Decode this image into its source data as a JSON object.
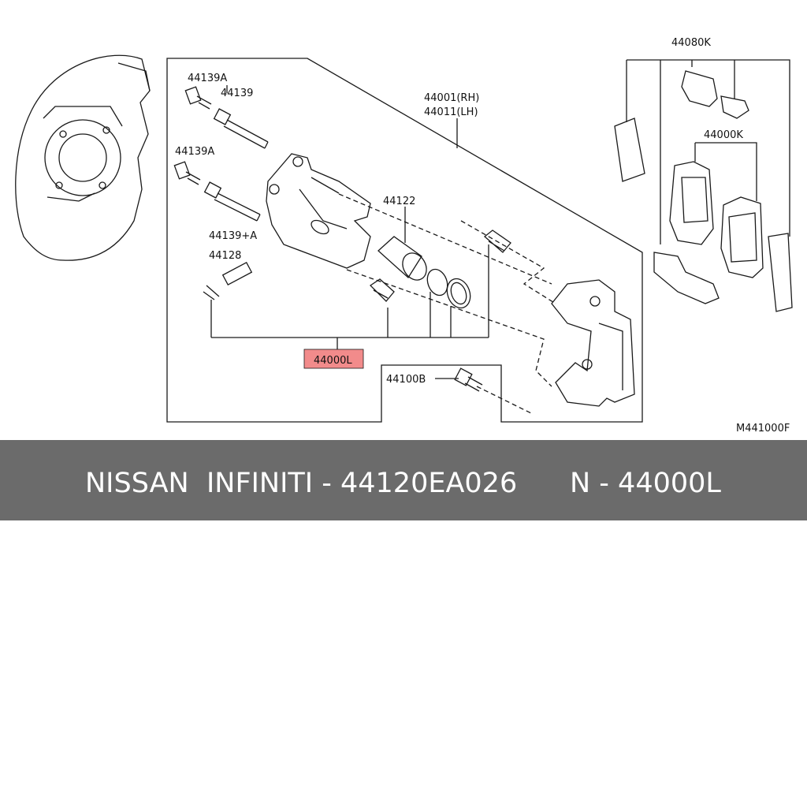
{
  "diagram": {
    "labels": {
      "p44139a_top": "44139A",
      "p44139": "44139",
      "p44139a_mid": "44139A",
      "p44139_plus_a": "44139+A",
      "p44128": "44128",
      "p44001": "44001(RH)",
      "p44011": "44011(LH)",
      "p44122": "44122",
      "p44080k": "44080K",
      "p44000k": "44000K",
      "p44100b": "44100B",
      "p44000l": "44000L",
      "ref_code": "M441000F"
    },
    "highlight_color": "#f28b8b",
    "line_color": "#1a1a1a"
  },
  "footer": {
    "brand": "NISSAN  INFINITI - 44120EA026",
    "part": "N - 44000L",
    "background": "#6b6b6b"
  }
}
